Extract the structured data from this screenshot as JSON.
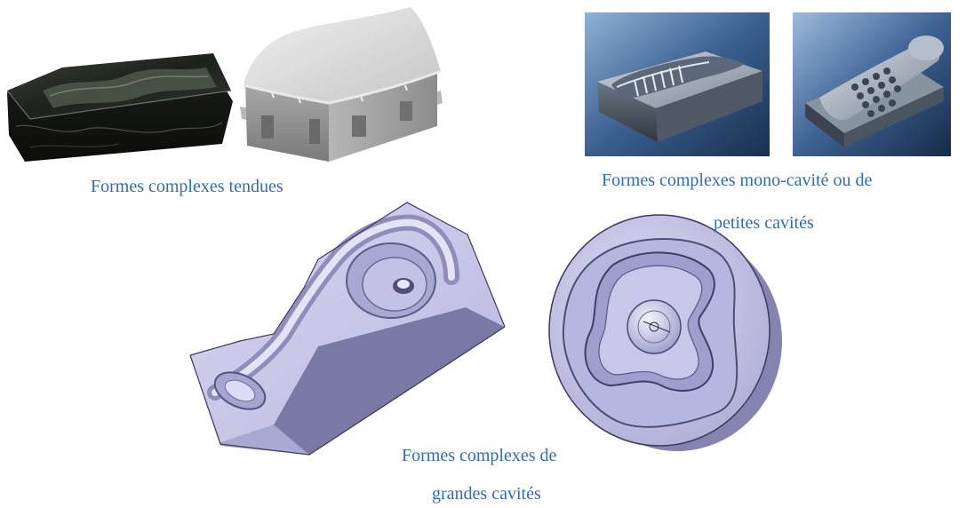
{
  "captions": {
    "tense_forms": "Formes complexes tendues",
    "mono_cavity_line1": "Formes complexes mono-cavité ou de",
    "mono_cavity_line2": "petites cavités",
    "large_cavities_line1": "Formes complexes de",
    "large_cavities_line2": "grandes cavités"
  },
  "palette": {
    "caption_blue": "#2e6bc0",
    "machined_part": "#c7c6e6",
    "machined_part_dark": "#7d7ca8",
    "steel_blue_bg": "#3b5f8f"
  },
  "images": [
    {
      "name": "dark-stone-mold-photo",
      "group": "tense_forms"
    },
    {
      "name": "grey-cushion-mold-render",
      "group": "tense_forms"
    },
    {
      "name": "bottle-mold-photo",
      "group": "mono_cavity"
    },
    {
      "name": "phone-mold-photo",
      "group": "mono_cavity"
    },
    {
      "name": "lever-cavity-part-render",
      "group": "large_cavities"
    },
    {
      "name": "round-three-lobe-cavity-render",
      "group": "large_cavities"
    }
  ]
}
